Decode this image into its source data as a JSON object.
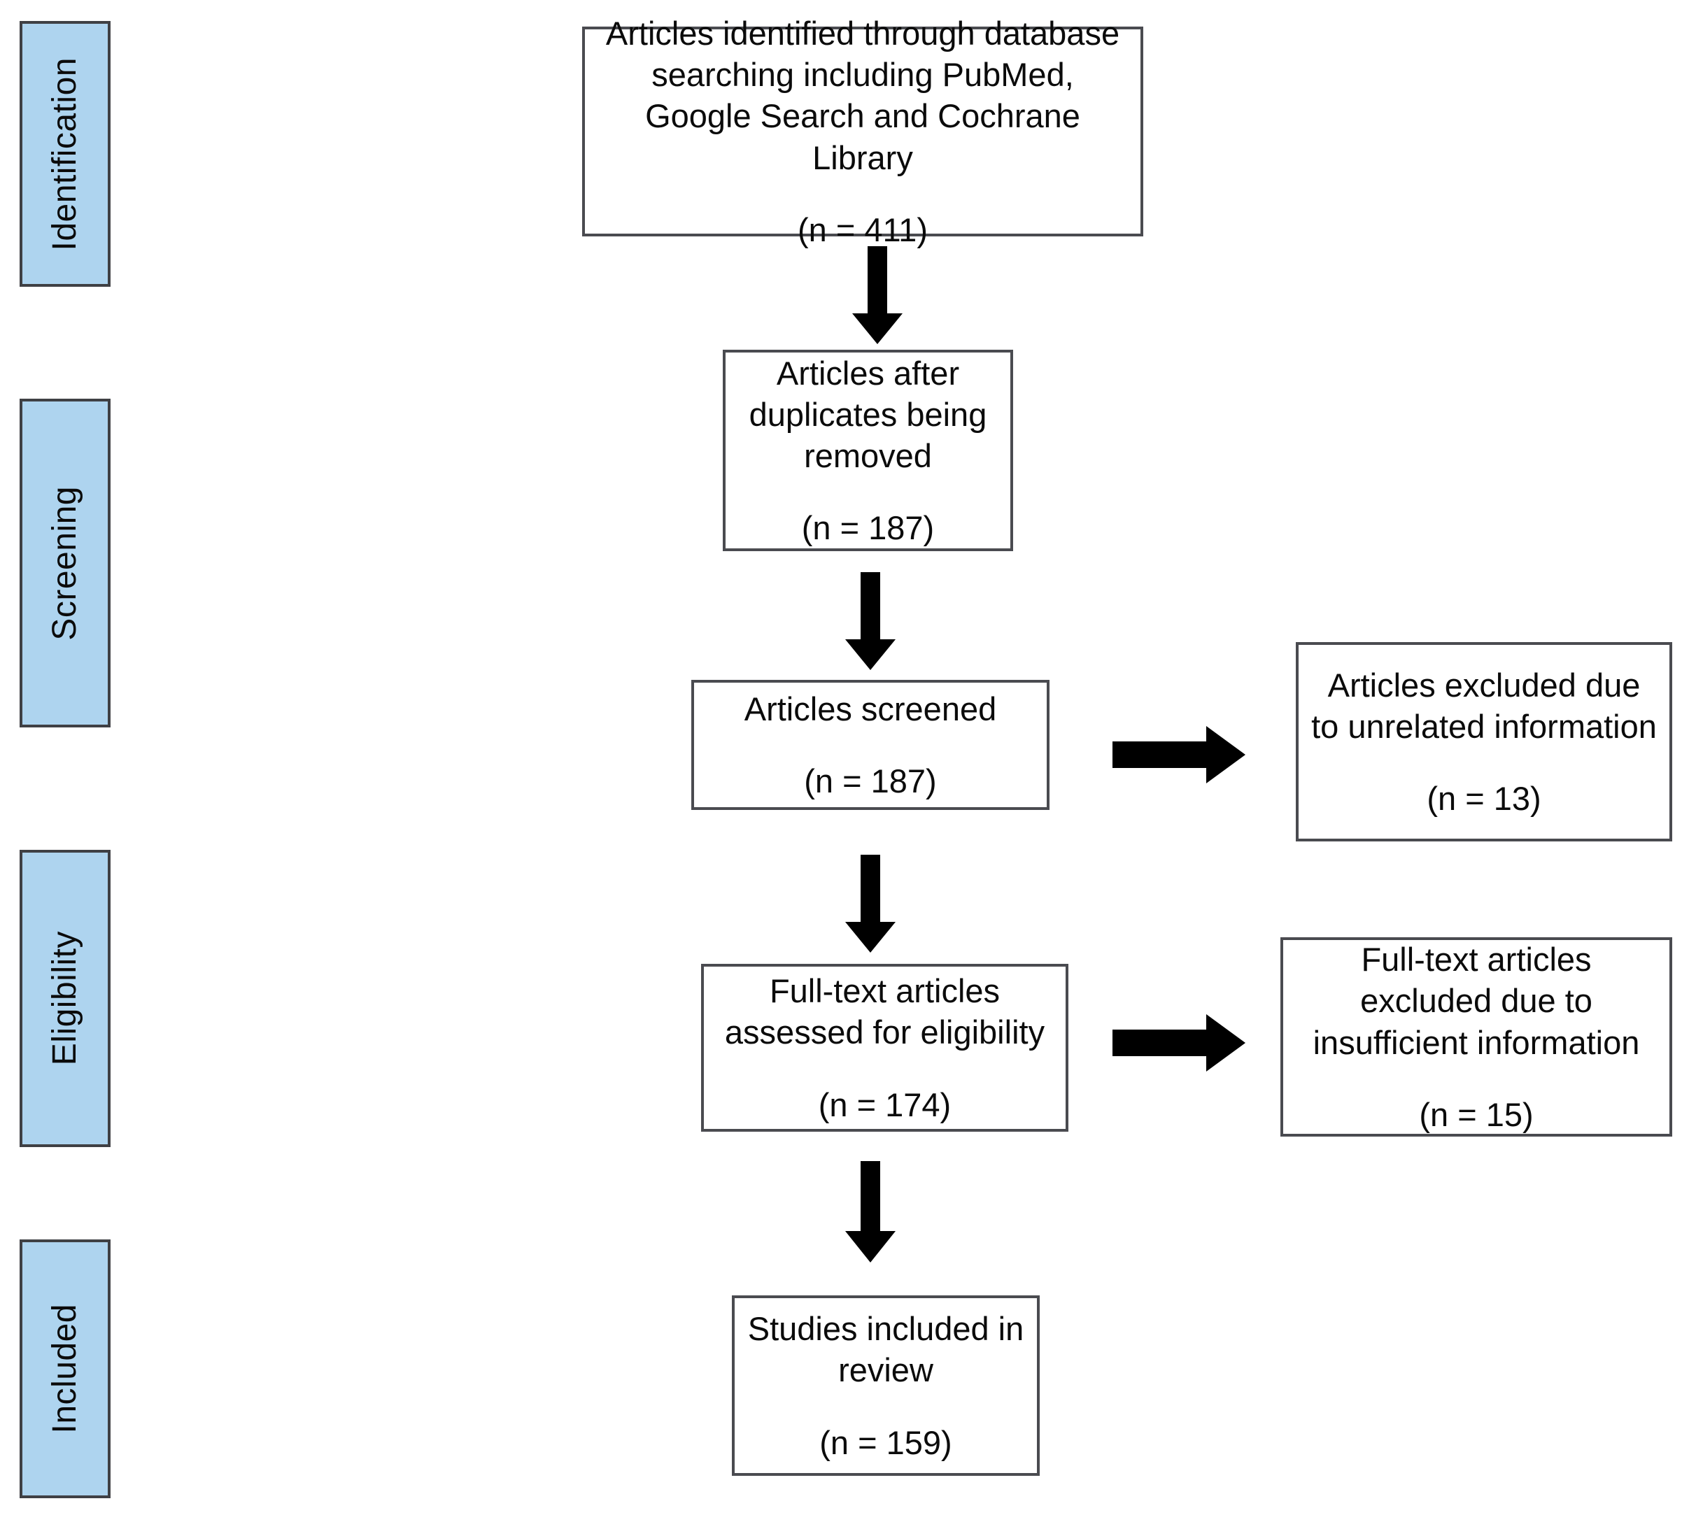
{
  "diagram": {
    "type": "prisma-flow-diagram",
    "stages": [
      {
        "id": "identification",
        "label": "Identification"
      },
      {
        "id": "screening",
        "label": "Screening"
      },
      {
        "id": "eligibility",
        "label": "Eligibility"
      },
      {
        "id": "included",
        "label": "Included"
      }
    ],
    "boxes": [
      {
        "id": "identified",
        "text": "Articles identified through database searching including PubMed, Google Search and Cochrane Library",
        "count": "(n = 411)"
      },
      {
        "id": "duplicates-removed",
        "text": "Articles after duplicates being removed",
        "count": "(n = 187)"
      },
      {
        "id": "screened",
        "text": "Articles screened",
        "count": "(n = 187)"
      },
      {
        "id": "excluded-unrelated",
        "text": "Articles excluded due to unrelated information",
        "count": "(n = 13)"
      },
      {
        "id": "fulltext-assessed",
        "text": "Full-text articles assessed for eligibility",
        "count": "(n = 174)"
      },
      {
        "id": "excluded-insufficient",
        "text": "Full-text articles excluded due to insufficient information",
        "count": "(n = 15)"
      },
      {
        "id": "included-review",
        "text": "Studies included in review",
        "count": "(n = 159)"
      }
    ],
    "arrows": [
      {
        "id": "arrow-identified-to-duplicates",
        "direction": "down",
        "name": "down-arrow-icon"
      },
      {
        "id": "arrow-duplicates-to-screened",
        "direction": "down",
        "name": "down-arrow-icon"
      },
      {
        "id": "arrow-screened-to-excluded",
        "direction": "right",
        "name": "right-arrow-icon"
      },
      {
        "id": "arrow-screened-to-fulltext",
        "direction": "down",
        "name": "down-arrow-icon"
      },
      {
        "id": "arrow-fulltext-to-excluded",
        "direction": "right",
        "name": "right-arrow-icon"
      },
      {
        "id": "arrow-fulltext-to-included",
        "direction": "down",
        "name": "down-arrow-icon"
      }
    ],
    "colors": {
      "stage_fill": "#AED4EF",
      "stage_border": "#3f4044",
      "box_border": "#4a4b50",
      "arrow_fill": "#000000",
      "background": "#ffffff",
      "text": "#0b0b0b"
    }
  }
}
